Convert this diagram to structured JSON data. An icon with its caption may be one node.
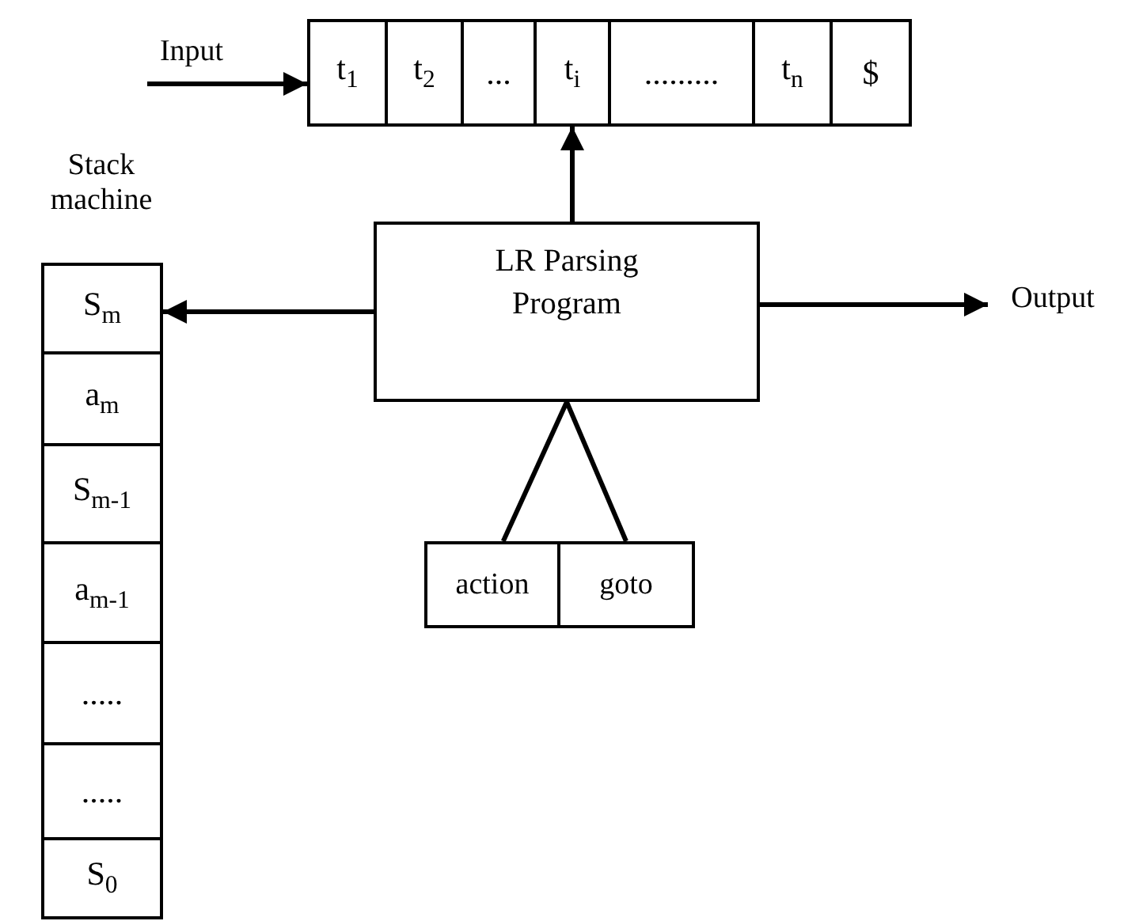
{
  "diagram": {
    "nodes": [
      {
        "text": [
          "Input"
        ]
      },
      {
        "text": [
          "t$_{1}$"
        ]
      },
      {
        "text": [
          "t$_{2}$"
        ]
      },
      {
        "text": [
          "..."
        ]
      },
      {
        "text": [
          "t$_{i}$"
        ]
      },
      {
        "text": [
          "........."
        ]
      },
      {
        "text": [
          "t$_{n}$"
        ]
      },
      {
        "text": [
          "$"
        ]
      },
      {
        "text": [
          "Stack machine"
        ]
      },
      {
        "text": [
          "S$_{m}$"
        ],
        "in": 8
      },
      {
        "text": [
          "a$_{m}$"
        ],
        "in": 8
      },
      {
        "text": [
          "S$_{m-1}$"
        ],
        "in": 8
      },
      {
        "text": [
          "a$_{m-1}$"
        ],
        "in": 8
      },
      {
        "text": [
          "....."
        ],
        "in": 8
      },
      {
        "text": [
          "....."
        ],
        "in": 8
      },
      {
        "text": [
          "S$_{0}$"
        ],
        "in": 8
      },
      {
        "text": [
          "LR Parsing Program"
        ]
      },
      {
        "text": [
          "action"
        ]
      },
      {
        "text": [
          "goto"
        ]
      },
      {
        "text": [
          "Output"
        ]
      }
    ],
    "edges": [
      {
        "from": 0,
        "to": 1,
        "arrow": "to"
      },
      {
        "from": 16,
        "to": 4,
        "arrow": "to"
      },
      {
        "from": 16,
        "to": 9,
        "arrow": "to"
      },
      {
        "from": 16,
        "to": 19,
        "arrow": "to"
      },
      {
        "from": 16,
        "to": 17,
        "arrow": "none"
      },
      {
        "from": 16,
        "to": 18,
        "arrow": "none"
      }
    ]
  }
}
